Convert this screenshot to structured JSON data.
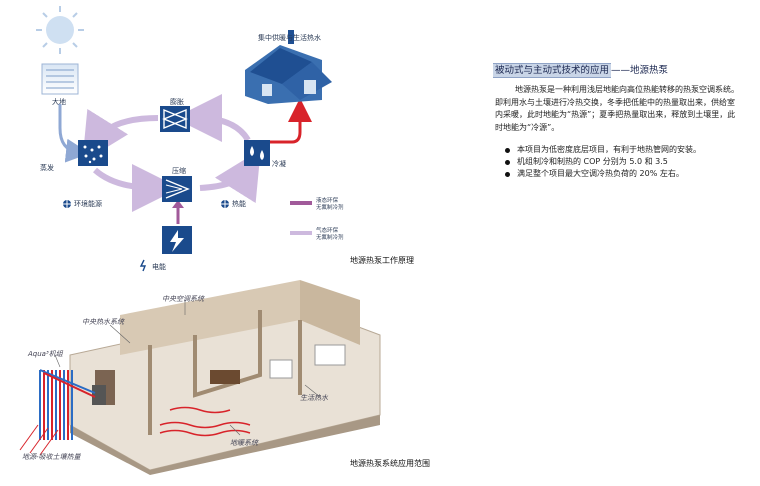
{
  "diagram": {
    "labels": {
      "earth": "大地",
      "central": "集中供暖与生活热水",
      "expand": "膨胀",
      "evaporate": "蒸发",
      "compress": "压缩",
      "condense": "冷凝",
      "env_energy": "环境能源",
      "heat_energy": "热能",
      "electric": "电能"
    },
    "legend": [
      {
        "line1": "液态环保",
        "line2": "无氟制冷剂",
        "color": "#a15a9a"
      },
      {
        "line1": "气态环保",
        "line2": "无氟制冷剂",
        "color": "#cdb9de"
      }
    ],
    "caption_top": "地源热泵工作原理",
    "house_labels": {
      "central_ac": "中央空调系统",
      "central_hot_water": "中央热水系统",
      "aqua": "Aqua³机组",
      "hot_water": "生活热水",
      "floor_heat": "地暖系统",
      "ground": "地源-吸收土壤热量"
    },
    "caption_bottom": "地源热泵系统应用范围"
  },
  "text": {
    "title_highlight": "被动式与主动式技术的应用",
    "title_rest": "——地源热泵",
    "paragraph": "地源热泵是一种利用浅层地能向高位热能转移的热泵空调系统。即利用水与土壤进行冷热交换，冬季把低能中的热量取出来，供给室内采暖，此时地能为“热源”；夏季把热量取出来，释放到土壤里，此时地能为“冷源”。",
    "bullets": [
      "本项目为低密度底层项目，有利于地热管网的安装。",
      "机组制冷和制热的 COP 分别为 5.0 和 3.5",
      "满足整个项目最大空调冷热负荷的 20% 左右。"
    ]
  },
  "colors": {
    "accent_blue": "#1a4a8c",
    "arrow_lilac": "#cdb9de",
    "arrow_red": "#d8232a",
    "title_highlight": "#c9d5e7"
  }
}
